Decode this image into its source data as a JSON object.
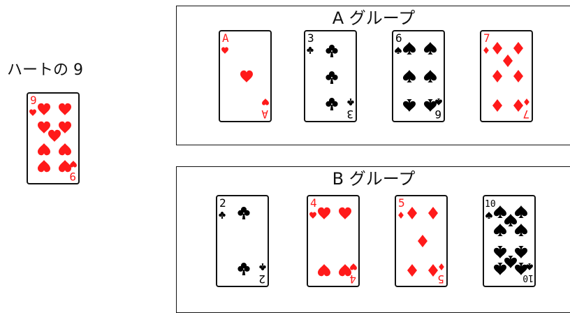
{
  "featured": {
    "label": "ハートの 9",
    "card": {
      "rank": "9",
      "suit": "heart",
      "count": 9
    }
  },
  "groups": [
    {
      "title": "A グループ",
      "cards": [
        {
          "rank": "A",
          "suit": "heart",
          "count": 1
        },
        {
          "rank": "3",
          "suit": "club",
          "count": 3
        },
        {
          "rank": "6",
          "suit": "spade",
          "count": 6
        },
        {
          "rank": "7",
          "suit": "diamond",
          "count": 7
        }
      ]
    },
    {
      "title": "B グループ",
      "cards": [
        {
          "rank": "2",
          "suit": "club",
          "count": 2
        },
        {
          "rank": "4",
          "suit": "heart",
          "count": 4
        },
        {
          "rank": "5",
          "suit": "diamond",
          "count": 5
        },
        {
          "rank": "10",
          "suit": "spade",
          "count": 10
        }
      ]
    }
  ],
  "colors": {
    "red": "#ff1a1a",
    "black": "#000000",
    "border": "#111111"
  }
}
